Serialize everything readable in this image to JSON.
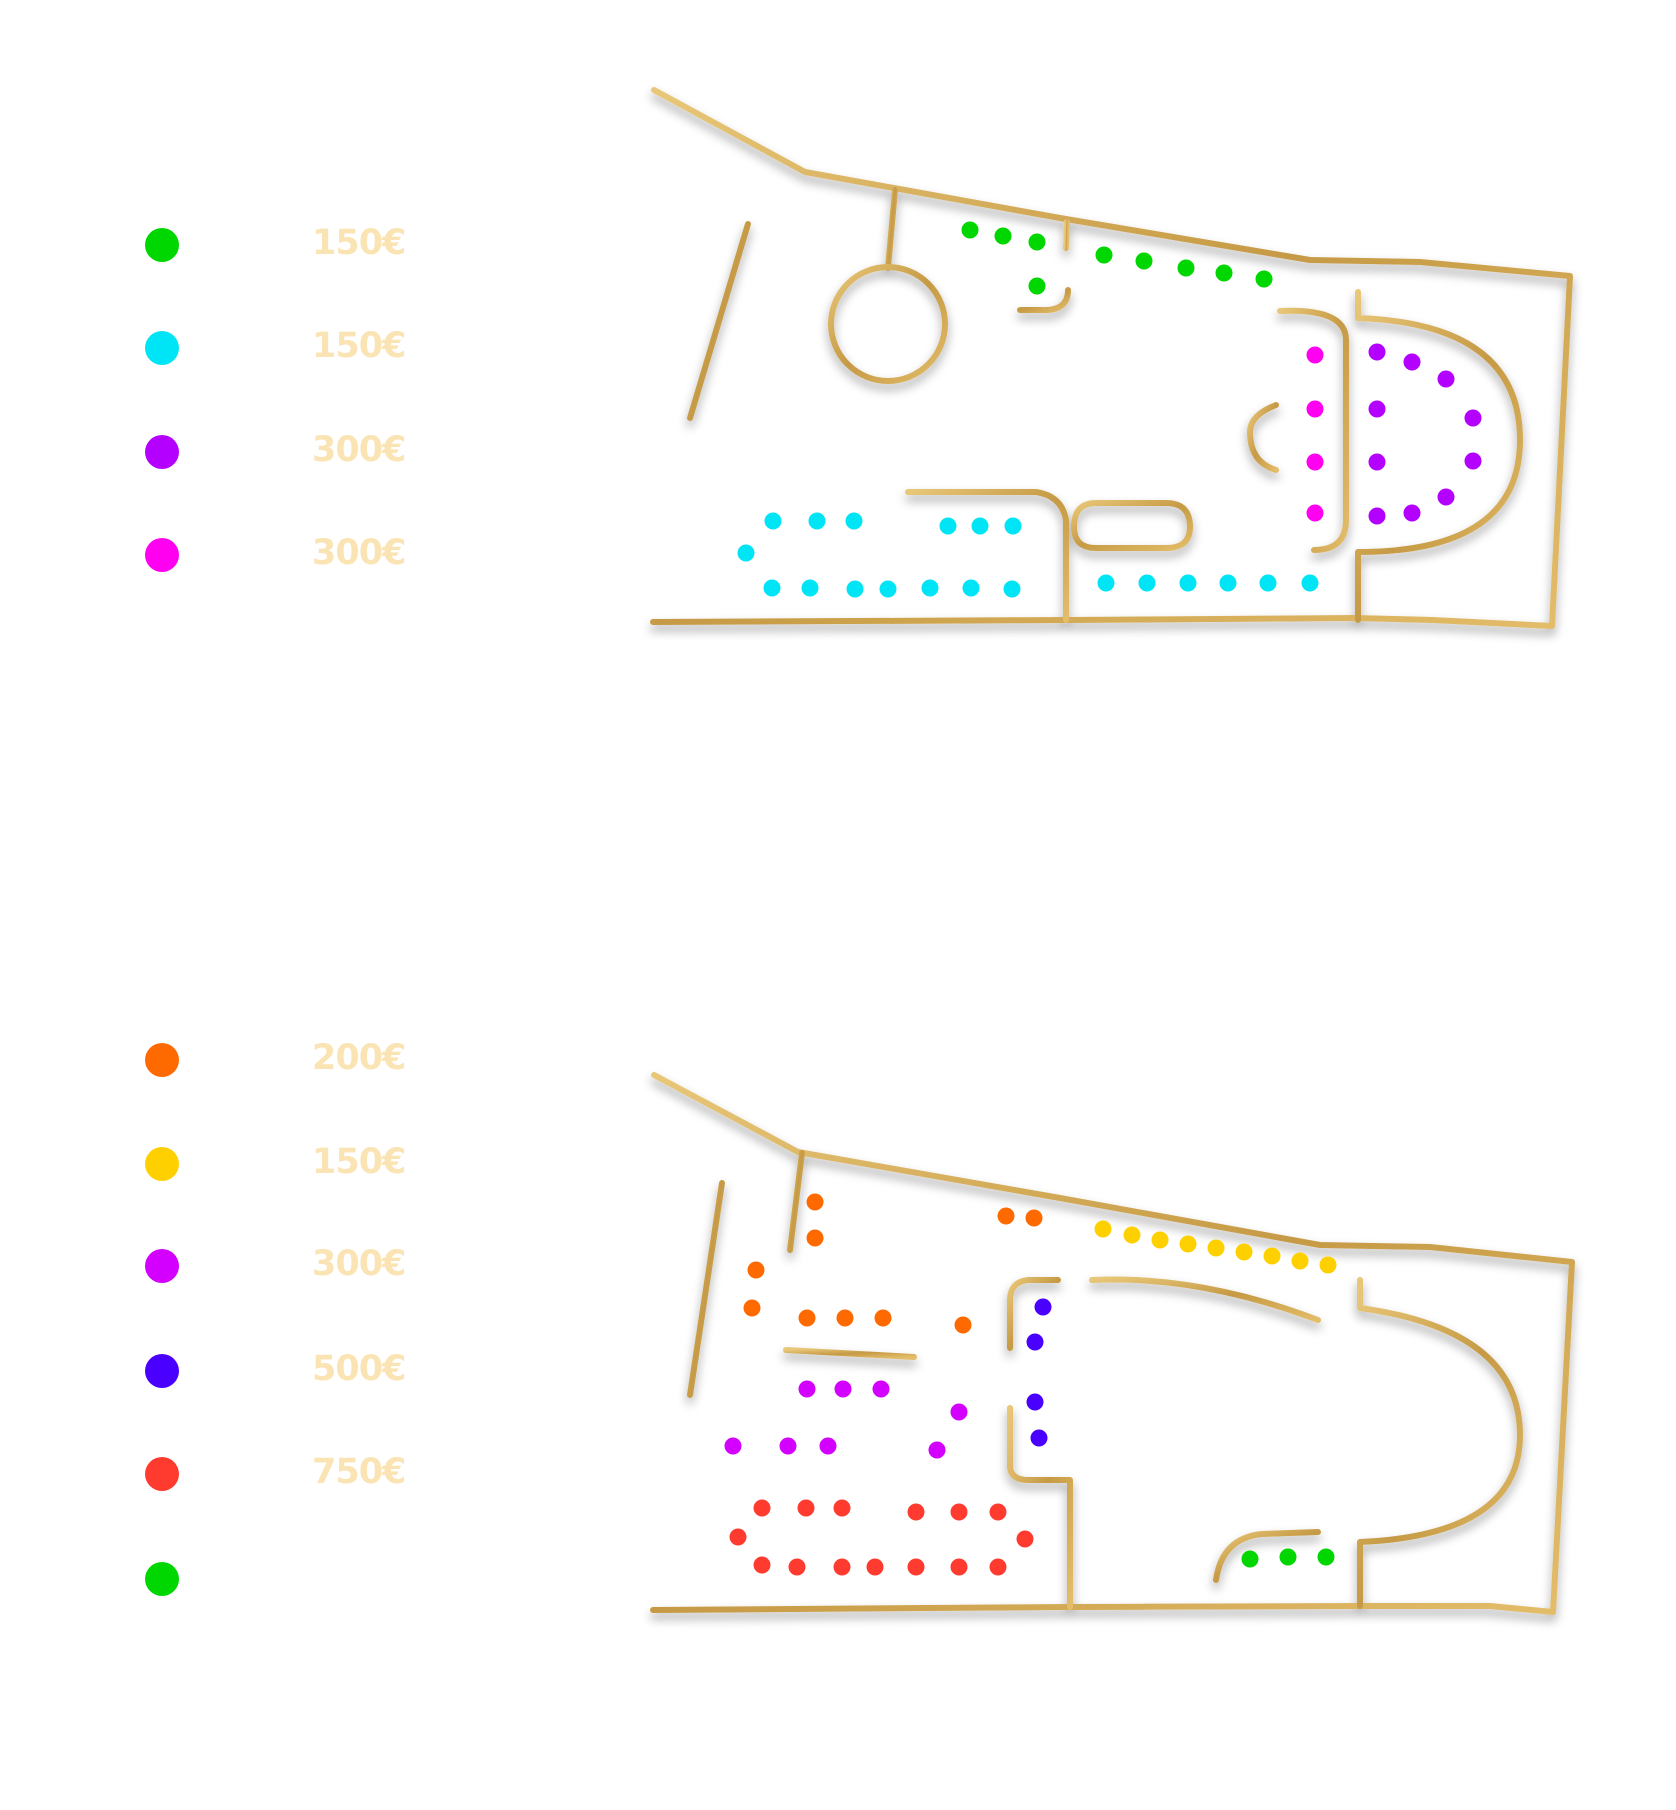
{
  "colors": {
    "wall": "#c69a45",
    "wall_light": "#e8c778",
    "price_text": "#fbe4b4",
    "green": "#00d600",
    "cyan": "#00e5f5",
    "purple": "#b300ff",
    "magenta": "#ff00f0",
    "orange": "#ff6a00",
    "yellow": "#ffd000",
    "violet": "#d400ff",
    "blue": "#4a00ff",
    "red": "#ff3b30"
  },
  "legend_top": [
    {
      "color": "green",
      "price": "150€"
    },
    {
      "color": "cyan",
      "price": "150€"
    },
    {
      "color": "purple",
      "price": "300€"
    },
    {
      "color": "magenta",
      "price": "300€"
    }
  ],
  "legend_bottom": [
    {
      "color": "orange",
      "price": "200€"
    },
    {
      "color": "yellow",
      "price": "150€"
    },
    {
      "color": "violet",
      "price": "300€"
    },
    {
      "color": "blue",
      "price": "500€"
    },
    {
      "color": "red",
      "price": "750€"
    },
    {
      "color": "green",
      "price": ""
    }
  ]
}
